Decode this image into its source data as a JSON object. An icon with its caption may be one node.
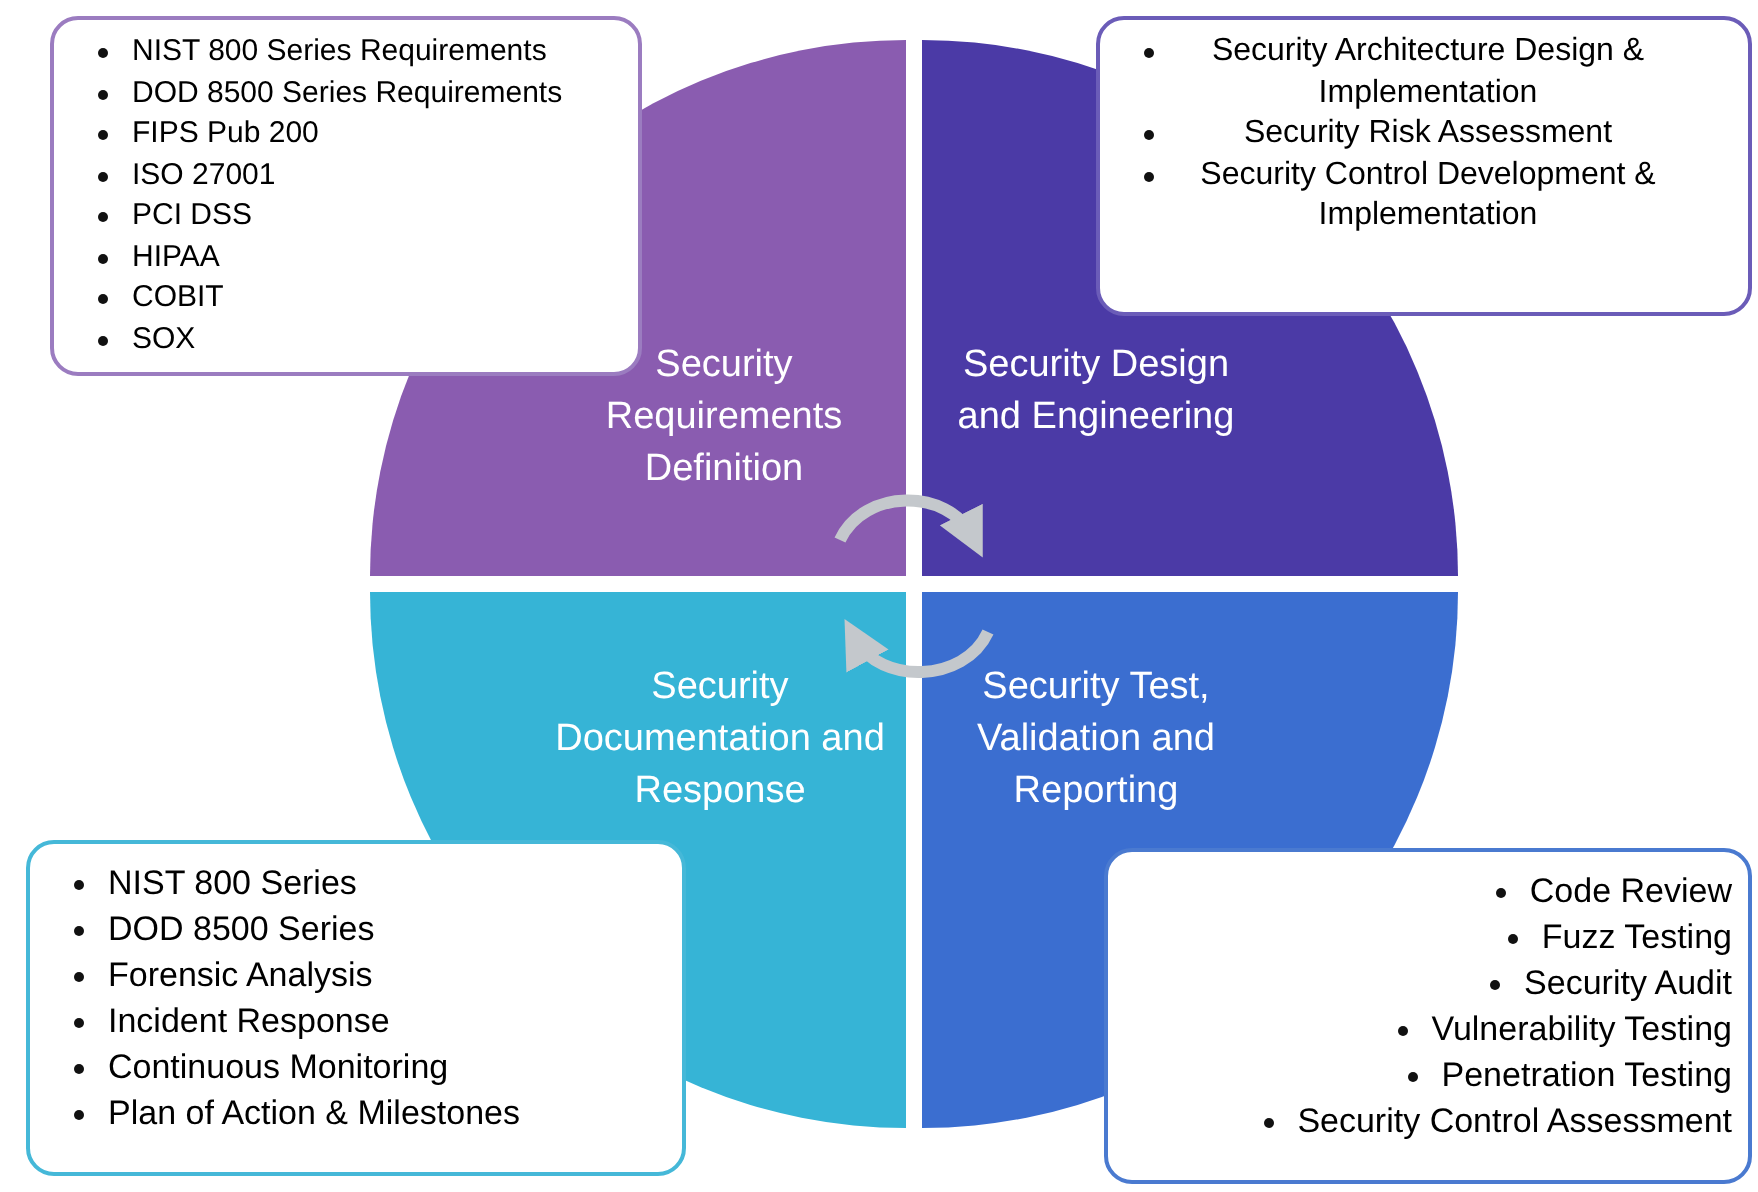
{
  "diagram": {
    "nodes": [
      {
        "text": [
          "NIST 800 Series Requirements",
          "DOD 8500 Series Requirements",
          "FIPS Pub 200",
          "ISO 27001",
          "PCI DSS",
          "HIPAA",
          "COBIT",
          "SOX"
        ]
      },
      {
        "text": [
          "Security Architecture Design & Implementation",
          "Security Risk Assessment",
          "Security Control Development & Implementation"
        ]
      },
      {
        "text": [
          "Security Requirements Definition"
        ]
      },
      {
        "text": [
          "Security Design and Engineering"
        ]
      },
      {
        "text": [
          "Security Documentation and Response"
        ]
      },
      {
        "text": [
          "Security Test, Validation and Reporting"
        ]
      },
      {
        "text": [
          "NIST 800 Series",
          "DOD 8500 Series",
          "Forensic Analysis",
          "Incident Response",
          "Continuous Monitoring",
          "Plan of Action & Milestones"
        ]
      },
      {
        "text": [
          "Code Review",
          "Fuzz Testing",
          "Security Audit",
          "Vulnerability Testing",
          "Penetration Testing",
          "Security Control Assessment"
        ]
      }
    ],
    "edges": [
      {
        "from": 2,
        "to": 3,
        "arrow": "to"
      },
      {
        "from": 5,
        "to": 4,
        "arrow": "to"
      }
    ]
  }
}
